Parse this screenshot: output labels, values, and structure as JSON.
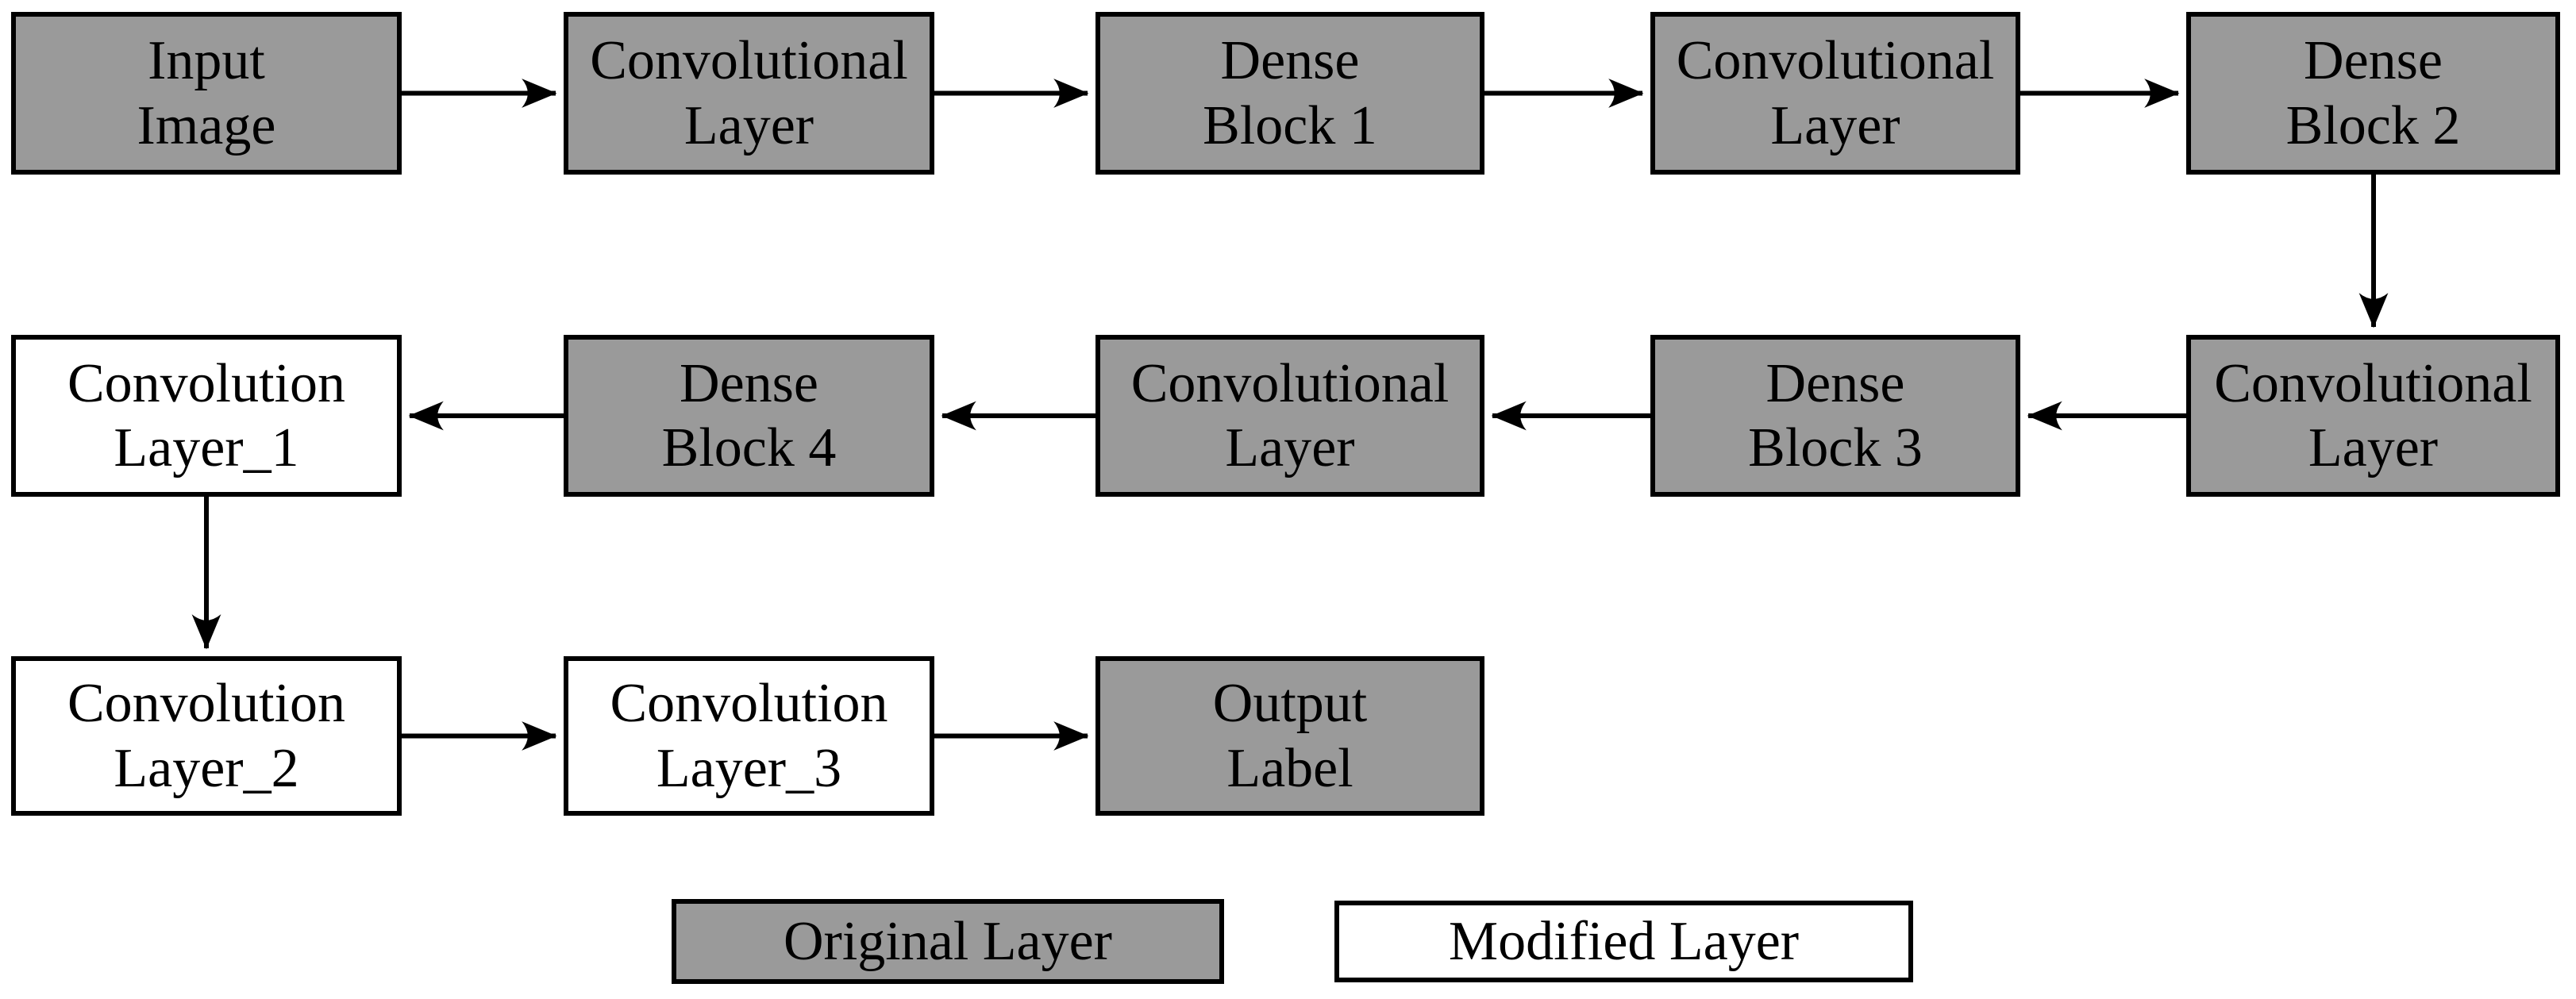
{
  "figure": {
    "type": "flowchart",
    "background": "#ffffff"
  },
  "colors": {
    "original_layer_fill": "#9a9a9a",
    "modified_layer_fill": "#ffffff",
    "border": "#000000",
    "arrow": "#000000",
    "text": "#000000"
  },
  "nodes": [
    {
      "label": "Input\nImage",
      "type": "original"
    },
    {
      "label": "Convolutional\nLayer",
      "type": "original"
    },
    {
      "label": "Dense\nBlock 1",
      "type": "original"
    },
    {
      "label": "Convolutional\nLayer",
      "type": "original"
    },
    {
      "label": "Dense\nBlock 2",
      "type": "original"
    },
    {
      "label": "Convolutional\nLayer",
      "type": "original"
    },
    {
      "label": "Dense\nBlock 3",
      "type": "original"
    },
    {
      "label": "Convolutional\nLayer",
      "type": "original"
    },
    {
      "label": "Dense\nBlock 4",
      "type": "original"
    },
    {
      "label": "Convolution\nLayer_1",
      "type": "modified"
    },
    {
      "label": "Convolution\nLayer_2",
      "type": "modified"
    },
    {
      "label": "Convolution\nLayer_3",
      "type": "modified"
    },
    {
      "label": "Output\nLabel",
      "type": "original"
    }
  ],
  "edges": [
    {
      "from": "Input Image",
      "to": "Convolutional Layer (row1)",
      "direction": "right"
    },
    {
      "from": "Convolutional Layer (row1)",
      "to": "Dense Block 1",
      "direction": "right"
    },
    {
      "from": "Dense Block 1",
      "to": "Convolutional Layer (row1)",
      "direction": "right"
    },
    {
      "from": "Convolutional Layer (row1)",
      "to": "Dense Block 2",
      "direction": "right"
    },
    {
      "from": "Dense Block 2",
      "to": "Convolutional Layer (row2)",
      "direction": "down"
    },
    {
      "from": "Convolutional Layer (row2)",
      "to": "Dense Block 3",
      "direction": "left"
    },
    {
      "from": "Dense Block 3",
      "to": "Convolutional Layer (row2)",
      "direction": "left"
    },
    {
      "from": "Convolutional Layer (row2)",
      "to": "Dense Block 4",
      "direction": "left"
    },
    {
      "from": "Dense Block 4",
      "to": "Convolution Layer_1",
      "direction": "left"
    },
    {
      "from": "Convolution Layer_1",
      "to": "Convolution Layer_2",
      "direction": "down"
    },
    {
      "from": "Convolution Layer_2",
      "to": "Convolution Layer_3",
      "direction": "right"
    },
    {
      "from": "Convolution Layer_3",
      "to": "Output Label",
      "direction": "right"
    }
  ],
  "legend": {
    "original_label": "Original Layer",
    "modified_label": "Modified Layer"
  }
}
